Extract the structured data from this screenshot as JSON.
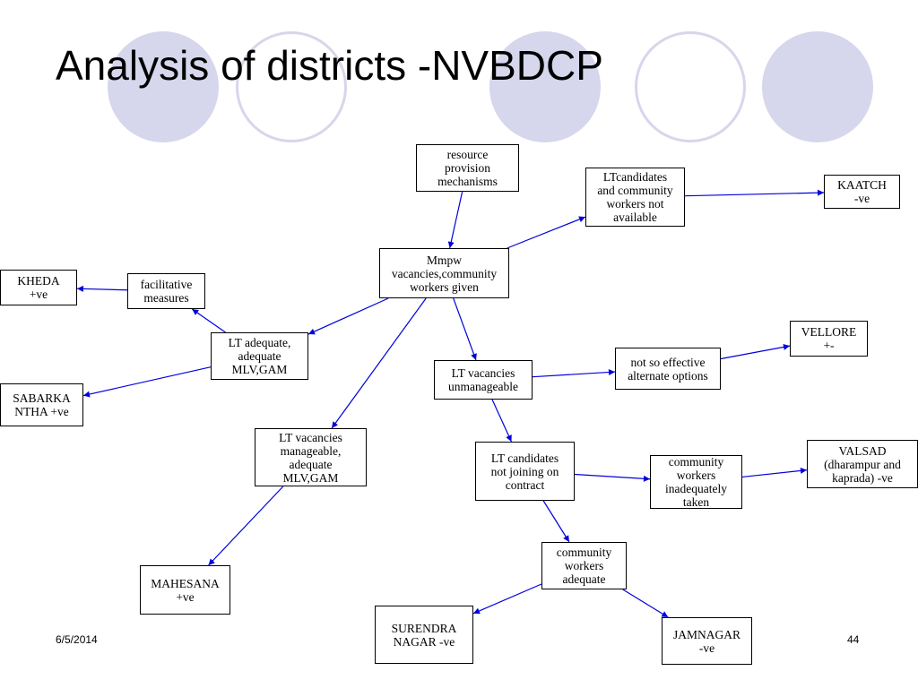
{
  "slide": {
    "title": "Analysis of districts -NVBDCP",
    "date": "6/5/2014",
    "page_number": "44",
    "theme": {
      "circle_color": "#d6d6ec",
      "arrow_color": "#0000dd",
      "node_border": "#000000"
    },
    "decorative_circles": [
      "filled",
      "outline",
      "filled",
      "outline",
      "filled"
    ]
  },
  "nodes": {
    "resource": "resource\nprovision\nmechanisms",
    "mmpw": "Mmpw\nvacancies,community\nworkers given",
    "ltcand_na": "LTcandidates\nand community\nworkers not\navailable",
    "kaatch": "KAATCH\n-ve",
    "facilitative": "facilitative\nmeasures",
    "kheda": "KHEDA\n+ve",
    "lt_adequate": "LT adequate,\nadequate\nMLV,GAM",
    "sabarkantha": "SABARKA\nNTHA +ve",
    "lt_unmanageable": "LT vacancies\nunmanageable",
    "not_effective": "not so effective\nalternate options",
    "vellore": "VELLORE\n+-",
    "lt_manageable": "LT vacancies\nmanageable,\nadequate\nMLV,GAM",
    "lt_not_joining": "LT candidates\nnot joining on\ncontract",
    "cw_inadequate": "community\nworkers\ninadequately\ntaken",
    "valsad": "VALSAD\n(dharampur and\nkaprada) -ve",
    "mahesana": "MAHESANA\n+ve",
    "cw_adequate": "community\nworkers\nadequate",
    "surendranagar": "SURENDRA\nNAGAR -ve",
    "jamnagar": "JAMNAGAR\n-ve"
  },
  "edges": [
    [
      "resource",
      "mmpw"
    ],
    [
      "mmpw",
      "ltcand_na"
    ],
    [
      "ltcand_na",
      "kaatch"
    ],
    [
      "mmpw",
      "lt_adequate"
    ],
    [
      "mmpw",
      "lt_unmanageable"
    ],
    [
      "mmpw",
      "lt_manageable"
    ],
    [
      "lt_adequate",
      "facilitative"
    ],
    [
      "facilitative",
      "kheda"
    ],
    [
      "lt_adequate",
      "sabarkantha"
    ],
    [
      "lt_unmanageable",
      "not_effective"
    ],
    [
      "not_effective",
      "vellore"
    ],
    [
      "lt_unmanageable",
      "lt_not_joining"
    ],
    [
      "lt_not_joining",
      "cw_inadequate"
    ],
    [
      "cw_inadequate",
      "valsad"
    ],
    [
      "lt_not_joining",
      "cw_adequate"
    ],
    [
      "cw_adequate",
      "surendranagar"
    ],
    [
      "cw_adequate",
      "jamnagar"
    ],
    [
      "lt_manageable",
      "mahesana"
    ]
  ]
}
